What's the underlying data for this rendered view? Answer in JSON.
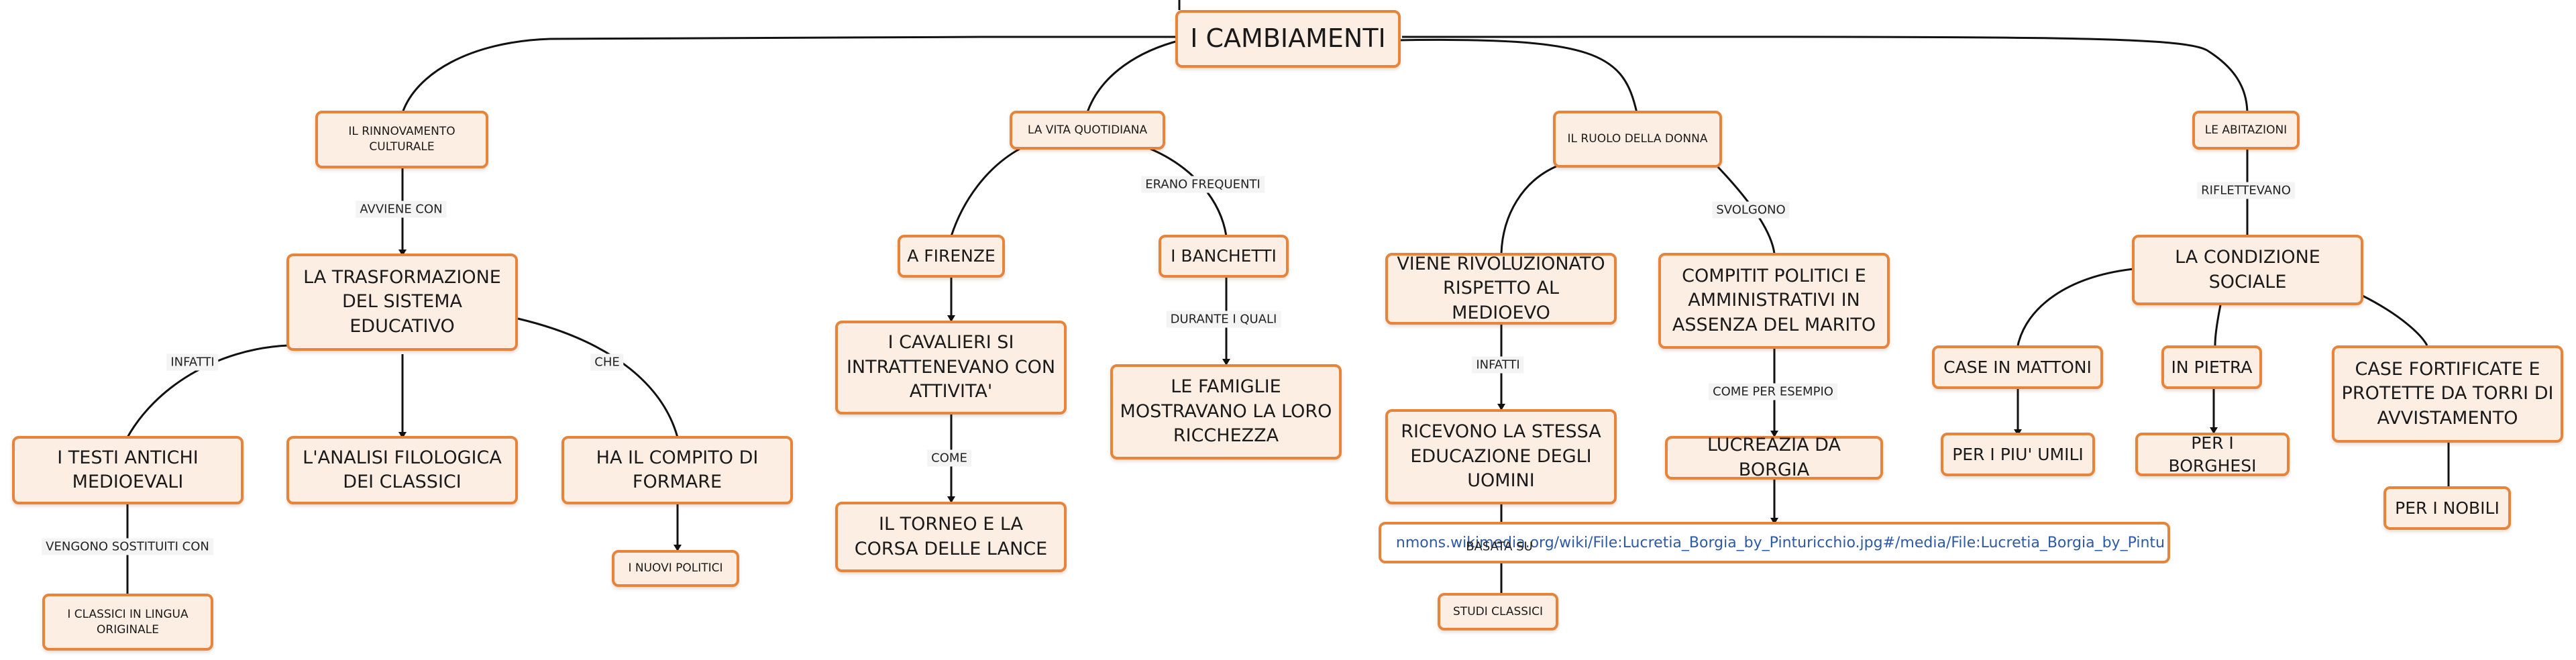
{
  "root": {
    "label": "I CAMBIAMENTI"
  },
  "nodes": {
    "rinnovamento": "IL RINNOVAMENTO CULTURALE",
    "trasformazione": "LA TRASFORMAZIONE DEL SISTEMA EDUCATIVO",
    "testi": "I TESTI ANTICHI MEDIOEVALI",
    "analisi": "L'ANALISI FILOLOGICA DEI CLASSICI",
    "compito": "HA IL COMPITO DI FORMARE",
    "classici": "I CLASSICI IN LINGUA ORIGINALE",
    "nuovi_politici": "I NUOVI POLITICI",
    "vita": "LA VITA QUOTIDIANA",
    "firenze": "A FIRENZE",
    "cavalieri": "I CAVALIERI SI INTRATTENEVANO CON ATTIVITA'",
    "torneo": "IL TORNEO E LA CORSA DELLE LANCE",
    "banchetti": "I BANCHETTI",
    "famiglie": "LE FAMIGLIE MOSTRAVANO LA LORO RICCHEZZA",
    "ruolo": "IL RUOLO DELLA DONNA",
    "rivoluzionato": "VIENE RIVOLUZIONATO RISPETTO AL MEDIOEVO",
    "ricevono": "RICEVONO LA STESSA EDUCAZIONE DEGLI UOMINI",
    "studi": "STUDI CLASSICI",
    "compiti": "COMPITIT POLITICI E AMMINISTRATIVI IN ASSENZA DEL MARITO",
    "lucrezia": "LUCREAZIA DA BORGIA",
    "abitazioni": "LE ABITAZIONI",
    "condizione": "LA CONDIZIONE SOCIALE",
    "mattoni": "CASE IN MATTONI",
    "umili": "PER I PIU' UMILI",
    "pietra": "IN PIETRA",
    "borghesi": "PER I BORGHESI",
    "fortificate": "CASE FORTIFICATE E PROTETTE DA TORRI DI AVVISTAMENTO",
    "nobili": "PER I NOBILI"
  },
  "labels": {
    "avviene_con": "AVVIENE CON",
    "infatti1": "INFATTI",
    "che": "CHE",
    "vengono": "VENGONO SOSTITUITI CON",
    "erano_frequenti": "ERANO FREQUENTI",
    "durante": "DURANTE I QUALI",
    "come": "COME",
    "svolgono": "SVOLGONO",
    "infatti2": "INFATTI",
    "basata_su": "BASATA SU",
    "come_esempio": "COME PER ESEMPIO",
    "riflettevano": "RIFLETTEVANO"
  },
  "link_url": "nmons.wikimedia.org/wiki/File:Lucretia_Borgia_by_Pinturicchio.jpg#/media/File:Lucretia_Borgia_by_Pintu"
}
